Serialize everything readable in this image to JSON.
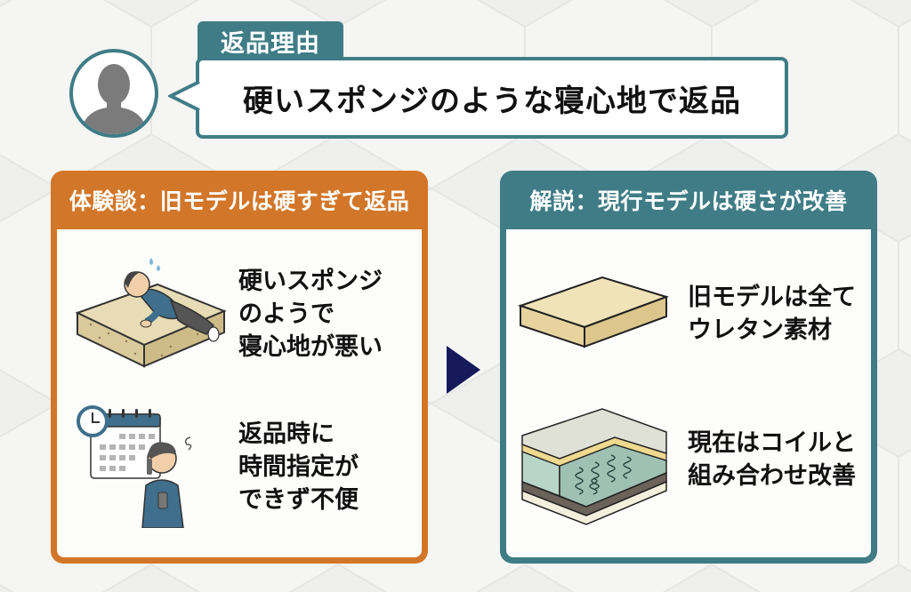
{
  "header": {
    "tag_label": "返品理由",
    "bubble_text": "硬いスポンジのような寝心地で返品"
  },
  "left_panel": {
    "title": "体験談：旧モデルは硬すぎて返品",
    "accent_color": "#d27629",
    "items": [
      {
        "icon": "person-on-hard-mattress-illustration",
        "text": "硬いスポンジ\nのようで\n寝心地が悪い"
      },
      {
        "icon": "calendar-and-phone-call-illustration",
        "text": "返品時に\n時間指定が\nできず不便"
      }
    ]
  },
  "right_panel": {
    "title": "解説：現行モデルは硬さが改善",
    "accent_color": "#3f7c86",
    "items": [
      {
        "icon": "urethane-mattress-illustration",
        "text": "旧モデルは全て\nウレタン素材"
      },
      {
        "icon": "coil-spring-mattress-illustration",
        "text": "現在はコイルと\n組み合わせ改善"
      }
    ]
  },
  "arrow": {
    "icon": "right-triangle-arrow",
    "color": "#16195a"
  },
  "colors": {
    "teal": "#3f7c86",
    "orange": "#d27629",
    "background": "#f1f1ef"
  }
}
